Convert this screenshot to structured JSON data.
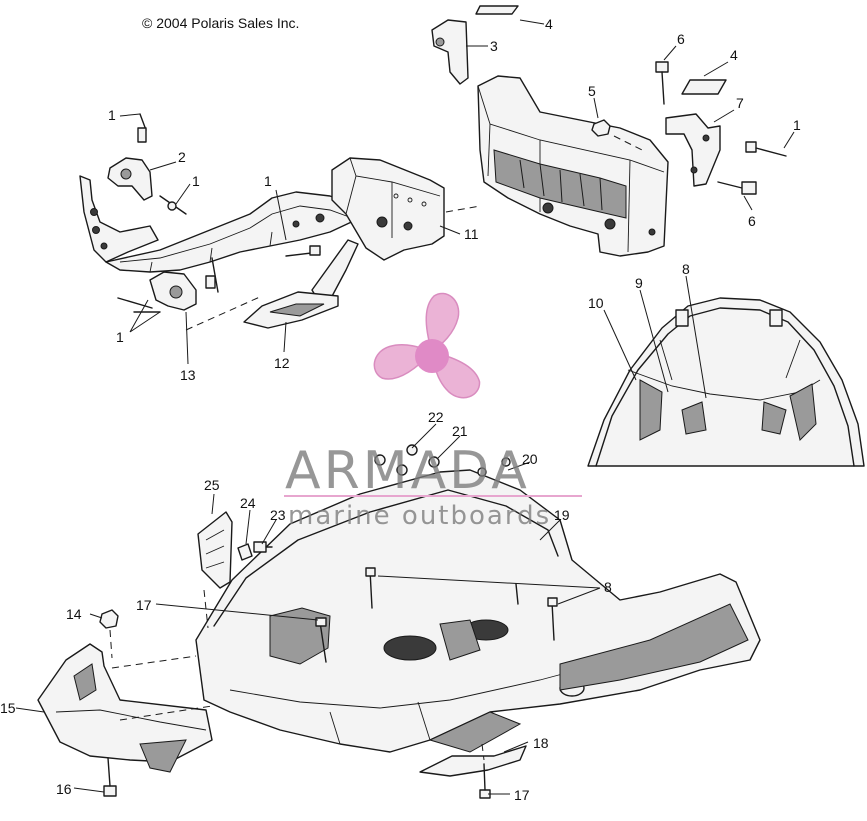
{
  "copyright": "© 2004 Polaris Sales Inc.",
  "watermark": {
    "brand": "ARMADA",
    "tagline": "marine outboards",
    "propeller_color": "#e7a6cf",
    "hub_color": "#e08ac6"
  },
  "callouts": [
    {
      "id": "c4a",
      "label": "4"
    },
    {
      "id": "c3",
      "label": "3"
    },
    {
      "id": "c6a",
      "label": "6"
    },
    {
      "id": "c4b",
      "label": "4"
    },
    {
      "id": "c5",
      "label": "5"
    },
    {
      "id": "c7",
      "label": "7"
    },
    {
      "id": "c1e",
      "label": "1"
    },
    {
      "id": "c6b",
      "label": "6"
    },
    {
      "id": "c1a",
      "label": "1"
    },
    {
      "id": "c2",
      "label": "2"
    },
    {
      "id": "c1b",
      "label": "1"
    },
    {
      "id": "c1c",
      "label": "1"
    },
    {
      "id": "c11",
      "label": "11"
    },
    {
      "id": "c1d",
      "label": "1"
    },
    {
      "id": "c13",
      "label": "13"
    },
    {
      "id": "c12",
      "label": "12"
    },
    {
      "id": "c10",
      "label": "10"
    },
    {
      "id": "c9",
      "label": "9"
    },
    {
      "id": "c8a",
      "label": "8"
    },
    {
      "id": "c22",
      "label": "22"
    },
    {
      "id": "c21",
      "label": "21"
    },
    {
      "id": "c20",
      "label": "20"
    },
    {
      "id": "c19",
      "label": "19"
    },
    {
      "id": "c25",
      "label": "25"
    },
    {
      "id": "c24",
      "label": "24"
    },
    {
      "id": "c23",
      "label": "23"
    },
    {
      "id": "c8b",
      "label": "8"
    },
    {
      "id": "c14",
      "label": "14"
    },
    {
      "id": "c17a",
      "label": "17"
    },
    {
      "id": "c15",
      "label": "15"
    },
    {
      "id": "c18",
      "label": "18"
    },
    {
      "id": "c16",
      "label": "16"
    },
    {
      "id": "c17b",
      "label": "17"
    }
  ]
}
